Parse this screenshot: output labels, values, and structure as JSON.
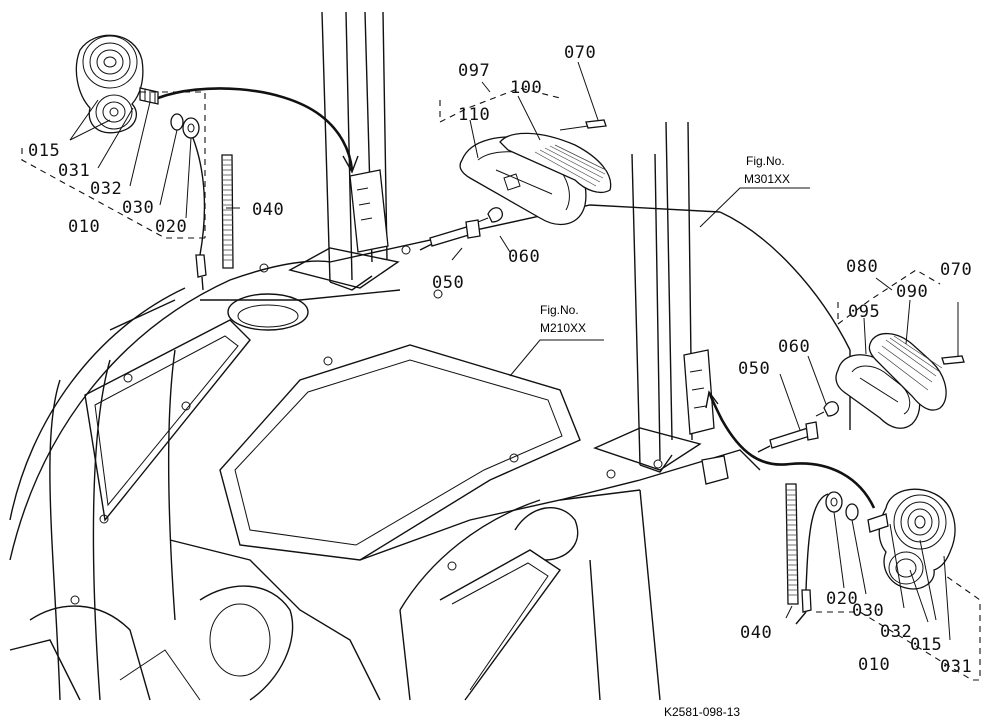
{
  "labels": {
    "left_assembly": {
      "l097": "097",
      "l070": "070",
      "l100": "100",
      "l110": "110",
      "l015": "015",
      "l031": "031",
      "l032": "032",
      "l030": "030",
      "l020": "020",
      "l010": "010",
      "l040": "040",
      "l050": "050",
      "l060": "060"
    },
    "right_assembly": {
      "l080": "080",
      "l070": "070",
      "l095": "095",
      "l090": "090",
      "l060": "060",
      "l050": "050",
      "l020": "020",
      "l030": "030",
      "l032": "032",
      "l015": "015",
      "l031": "031",
      "l010": "010",
      "l040": "040"
    }
  },
  "references": {
    "fig_upper_prefix": "Fig.No.",
    "fig_upper_code": "M301XX",
    "fig_lower_prefix": "Fig.No.",
    "fig_lower_code": "M210XX"
  },
  "drawing_code": "K2581-098-13"
}
